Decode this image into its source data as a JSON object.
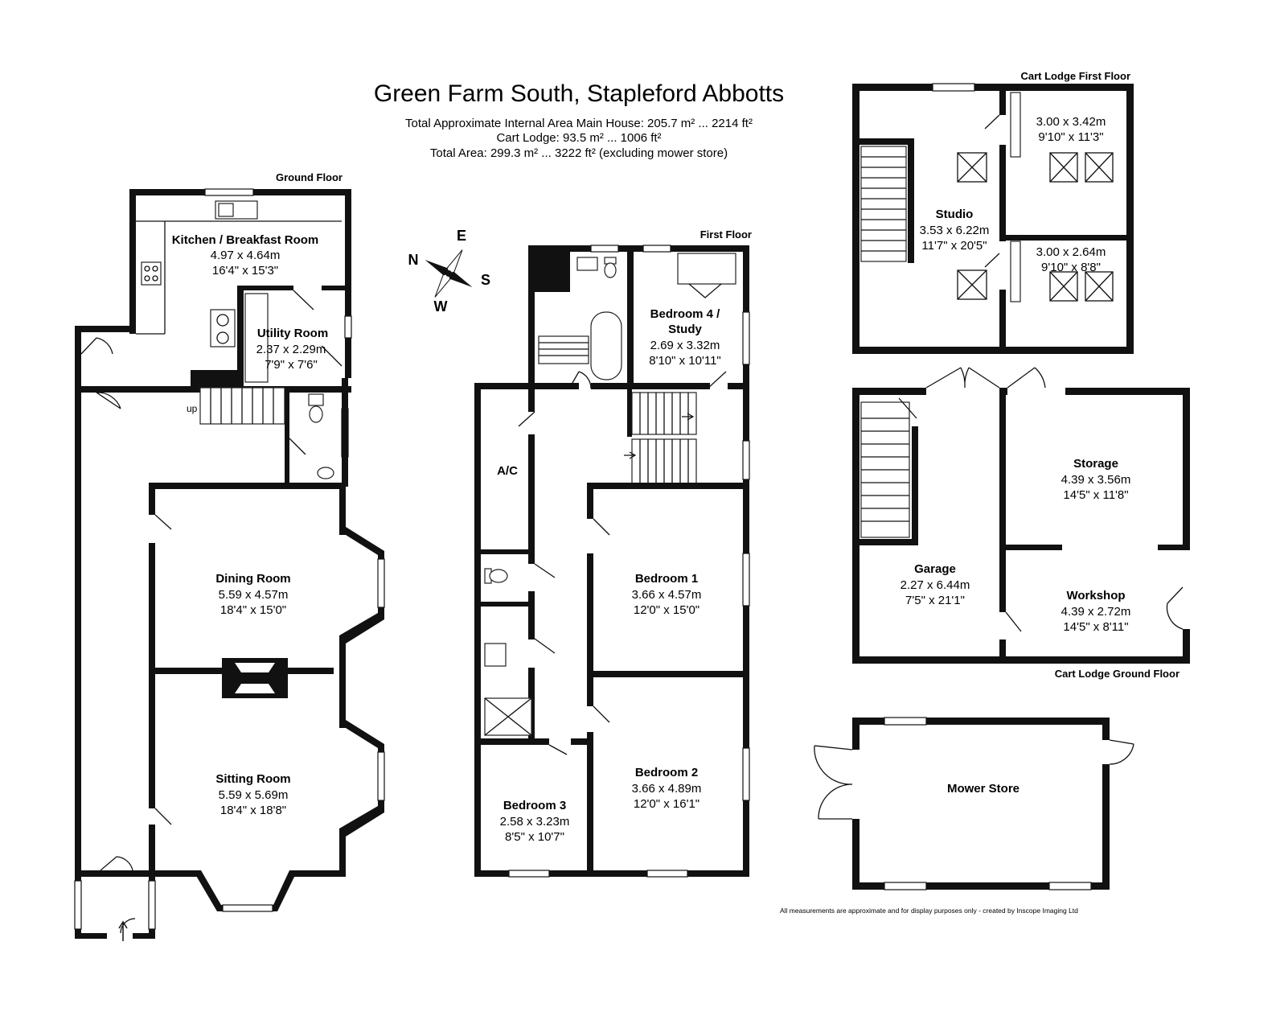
{
  "header": {
    "title": "Green Farm South, Stapleford Abbotts",
    "area_lines": [
      "Total Approximate Internal Area Main House: 205.7 m² ... 2214 ft²",
      "Cart Lodge: 93.5 m² ... 1006 ft²",
      "Total Area: 299.3 m² ... 3222 ft² (excluding mower store)"
    ]
  },
  "floors": {
    "ground": "Ground Floor",
    "first": "First Floor",
    "cart_lodge_first": "Cart Lodge First Floor",
    "cart_lodge_ground": "Cart Lodge Ground Floor"
  },
  "compass": {
    "n": "N",
    "e": "E",
    "s": "S",
    "w": "W"
  },
  "ground_floor_rooms": {
    "kitchen": {
      "name": "Kitchen / Breakfast Room",
      "metric": "4.97 x 4.64m",
      "imperial": "16'4\" x 15'3\""
    },
    "utility": {
      "name": "Utility Room",
      "metric": "2.37 x 2.29m",
      "imperial": "7'9\" x 7'6\""
    },
    "dining": {
      "name": "Dining Room",
      "metric": "5.59 x 4.57m",
      "imperial": "18'4\" x 15'0\""
    },
    "sitting": {
      "name": "Sitting Room",
      "metric": "5.59 x 5.69m",
      "imperial": "18'4\" x 18'8\""
    },
    "stairs_label": "up"
  },
  "first_floor_rooms": {
    "bed4": {
      "name_line1": "Bedroom 4 /",
      "name_line2": "Study",
      "metric": "2.69 x 3.32m",
      "imperial": "8'10\" x 10'11\""
    },
    "ac": "A/C",
    "bed1": {
      "name": "Bedroom 1",
      "metric": "3.66 x 4.57m",
      "imperial": "12'0\" x 15'0\""
    },
    "bed2": {
      "name": "Bedroom 2",
      "metric": "3.66 x 4.89m",
      "imperial": "12'0\" x 16'1\""
    },
    "bed3": {
      "name": "Bedroom 3",
      "metric": "2.58 x 3.23m",
      "imperial": "8'5\" x 10'7\""
    }
  },
  "cart_lodge_first_rooms": {
    "studio": {
      "name": "Studio",
      "metric": "3.53 x 6.22m",
      "imperial": "11'7\" x 20'5\""
    },
    "room_a": {
      "metric": "3.00 x 3.42m",
      "imperial": "9'10\" x 11'3\""
    },
    "room_b": {
      "metric": "3.00 x 2.64m",
      "imperial": "9'10\" x 8'8\""
    }
  },
  "cart_lodge_ground_rooms": {
    "storage": {
      "name": "Storage",
      "metric": "4.39 x 3.56m",
      "imperial": "14'5\" x 11'8\""
    },
    "garage": {
      "name": "Garage",
      "metric": "2.27 x 6.44m",
      "imperial": "7'5\" x 21'1\""
    },
    "workshop": {
      "name": "Workshop",
      "metric": "4.39 x 2.72m",
      "imperial": "14'5\" x 8'11\""
    }
  },
  "mower_store": {
    "name": "Mower Store"
  },
  "footer": "All measurements are approximate and for display purposes only - created by Inscope Imaging Ltd"
}
